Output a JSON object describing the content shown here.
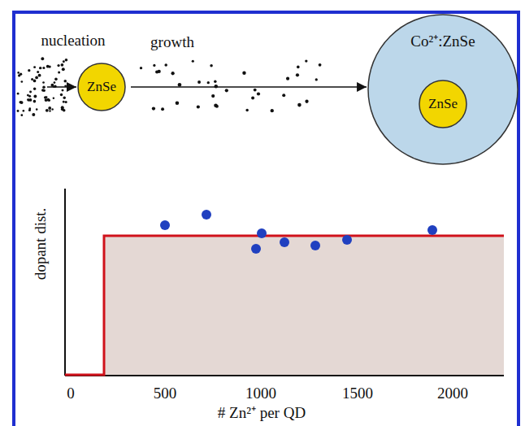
{
  "diagram": {
    "nodes": [
      {
        "text": [
          "ZnSe"
        ]
      },
      {
        "text": [
          "Co²⁺:ZnSe"
        ]
      },
      {
        "text": [
          "ZnSe"
        ],
        "in": 1
      }
    ],
    "edges": [
      {
        "from": 0,
        "to": 1,
        "arrow": "to",
        "label": "growth"
      }
    ],
    "labels": [
      "nucleation",
      "dopant dist.",
      "0",
      "500",
      "1000",
      "1500",
      "2000",
      "# Zn²⁺ per QD"
    ]
  }
}
